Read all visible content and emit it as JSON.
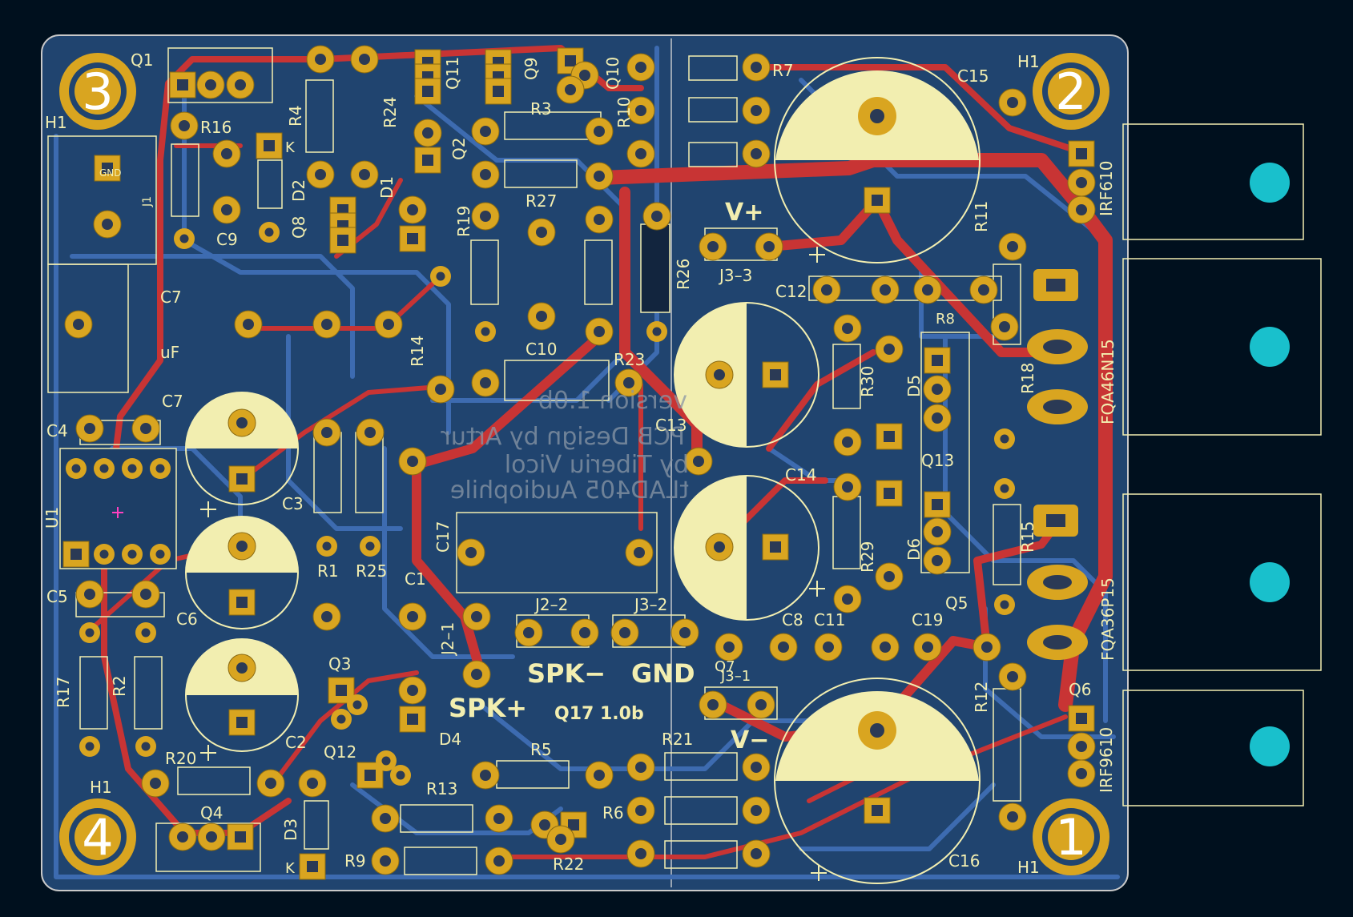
{
  "colors": {
    "background": "#00101e",
    "board": "#20446f",
    "board_edge": "#c9c9c9",
    "copper_front": "#c83434",
    "copper_back": "#3d6bb0",
    "pad": "#d9a520",
    "drill": "#2b3a55",
    "silkscreen": "#f2eeb0",
    "marker": "#19c0cc"
  },
  "mounting_holes": [
    {
      "id": "mh-3",
      "label": "3",
      "silk": "H1"
    },
    {
      "id": "mh-2",
      "label": "2",
      "silk": "H1"
    },
    {
      "id": "mh-4",
      "label": "4",
      "silk": "H1"
    },
    {
      "id": "mh-1",
      "label": "1",
      "silk": "H1"
    }
  ],
  "references": {
    "q1": "Q1",
    "q11": "Q11",
    "q9": "Q9",
    "q10": "Q10",
    "r7": "R7",
    "c15": "C15",
    "r16": "R16",
    "r4": "R4",
    "r24": "R24",
    "r3": "R3",
    "r10": "R10",
    "q2": "Q2",
    "gnd": "GND",
    "j1": "J1",
    "c9": "C9",
    "d2": "D2",
    "q8": "Q8",
    "d1": "D1",
    "r19": "R19",
    "r27": "R27",
    "r11": "R11",
    "c7a": "C7",
    "c7b": "C7",
    "uf": "uF",
    "r26": "R26",
    "c12": "C12",
    "r8": "R8",
    "r18": "R18",
    "r23": "R23",
    "r30": "R30",
    "d5": "D5",
    "c10": "C10",
    "r14": "R14",
    "c4": "C4",
    "c13": "C13",
    "q13": "Q13",
    "u1": "U1",
    "c3": "C3",
    "c14": "C14",
    "r29": "R29",
    "d6": "D6",
    "c17": "C17",
    "r15": "R15",
    "c5": "C5",
    "r1": "R1",
    "r25": "R25",
    "c1": "C1",
    "c6": "C6",
    "j2_2": "J2–2",
    "j3_2": "J3–2",
    "q7": "Q7",
    "c8": "C8",
    "c11": "C11",
    "c19": "C19",
    "r17": "R17",
    "r2": "R2",
    "q3": "Q3",
    "j2_1": "J2–1",
    "j3_1": "J3–1",
    "q6": "Q6",
    "r12": "R12",
    "c2": "C2",
    "q12": "Q12",
    "d4": "D4",
    "r21": "R21",
    "r20": "R20",
    "r5": "R5",
    "r13": "R13",
    "r6": "R6",
    "q4": "Q4",
    "d3": "D3",
    "r9": "R9",
    "r22": "R22",
    "q5": "Q5",
    "c16": "C16",
    "j3_3": "J3–3",
    "k1": "K",
    "k2": "K"
  },
  "net_labels": {
    "v_plus": "V+",
    "v_minus": "V−",
    "spk_minus": "SPK−",
    "gnd": "GND",
    "spk_plus": "SPK+",
    "board_version": "Q17 1.0b"
  },
  "transistors": {
    "q16": "IRF610",
    "q18": "FQA46N15",
    "q19": "FQA36P15",
    "q6": "IRF9610"
  },
  "back_silk": [
    "version 1.0b",
    "PCB Design by Artur",
    "by Tiberiu Vicol",
    "tLAD405 Audiophile"
  ]
}
